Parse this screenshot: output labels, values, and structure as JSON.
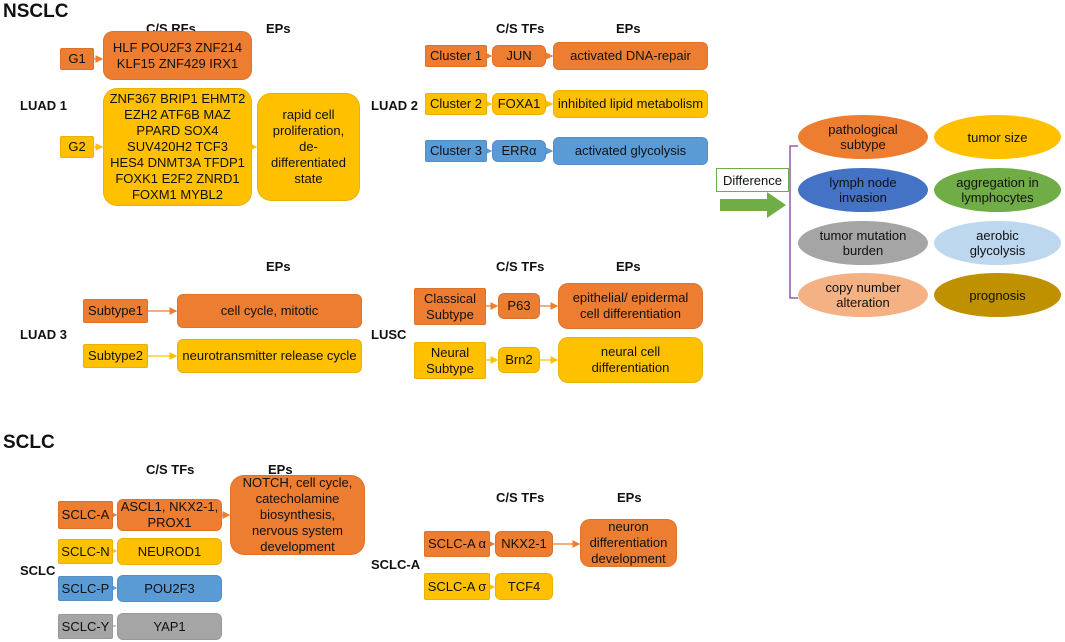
{
  "sections": {
    "nsclc": "NSCLC",
    "sclc": "SCLC"
  },
  "headers": {
    "cs_rfs": "C/S RFs",
    "cs_tfs": "C/S TFs",
    "eps": "EPs"
  },
  "row_labels": {
    "luad1": "LUAD 1",
    "luad2": "LUAD 2",
    "luad3": "LUAD 3",
    "lusc": "LUSC",
    "sclc": "SCLC",
    "sclc_a": "SCLC-A"
  },
  "luad1": {
    "g1": "G1",
    "g1_rfs": "HLF POU2F3 ZNF214\nKLF15 ZNF429 IRX1",
    "g2": "G2",
    "g2_rfs": "ZNF367 BRIP1 EHMT2\nEZH2 ATF6B MAZ\nPPARD SOX4\nSUV420H2 TCF3\nHES4 DNMT3A TFDP1\nFOXK1 E2F2 ZNRD1\nFOXM1 MYBL2",
    "g2_ep": "rapid cell\nproliferation,\nde-\ndifferentiated\nstate"
  },
  "luad2": {
    "rows": [
      {
        "cluster": "Cluster 1",
        "tf": "JUN",
        "ep": "activated DNA-repair",
        "color": "#ED7D31"
      },
      {
        "cluster": "Cluster 2",
        "tf": "FOXA1",
        "ep": "inhibited lipid metabolism",
        "color": "#FFC000"
      },
      {
        "cluster": "Cluster 3",
        "tf": "ERRα",
        "ep": "activated glycolysis",
        "color": "#5B9BD5"
      }
    ]
  },
  "luad3": {
    "rows": [
      {
        "subtype": "Subtype1",
        "ep": "cell cycle, mitotic",
        "color": "#ED7D31"
      },
      {
        "subtype": "Subtype2",
        "ep": "neurotransmitter release cycle",
        "color": "#FFC000"
      }
    ]
  },
  "lusc": {
    "rows": [
      {
        "subtype": "Classical\nSubtype",
        "tf": "P63",
        "ep": "epithelial/ epidermal\ncell differentiation",
        "color": "#ED7D31"
      },
      {
        "subtype": "Neural\nSubtype",
        "tf": "Brn2",
        "ep": "neural cell\ndifferentiation",
        "color": "#FFC000"
      }
    ]
  },
  "difference": {
    "label": "Difference",
    "items": [
      {
        "text": "pathological\nsubtype",
        "color": "#ED7D31"
      },
      {
        "text": "tumor size",
        "color": "#FFC000"
      },
      {
        "text": "lymph node\ninvasion",
        "color": "#4472C4"
      },
      {
        "text": "aggregation in\nlymphocytes",
        "color": "#70AD47"
      },
      {
        "text": "tumor mutation\nburden",
        "color": "#A5A5A5"
      },
      {
        "text": "aerobic\nglycolysis",
        "color": "#BDD7EE"
      },
      {
        "text": "copy number\nalteration",
        "color": "#F4B183"
      },
      {
        "text": "prognosis",
        "color": "#BF9000"
      }
    ]
  },
  "sclc": {
    "rows": [
      {
        "subtype": "SCLC-A",
        "tf": "ASCL1, NKX2-1,\nPROX1",
        "color": "#ED7D31"
      },
      {
        "subtype": "SCLC-N",
        "tf": "NEUROD1",
        "color": "#FFC000"
      },
      {
        "subtype": "SCLC-P",
        "tf": "POU2F3",
        "color": "#5B9BD5"
      },
      {
        "subtype": "SCLC-Y",
        "tf": "YAP1",
        "color": "#A5A5A5"
      }
    ],
    "a_ep": "NOTCH, cell cycle,\ncatecholamine\nbiosynthesis,\nnervous system\ndevelopment"
  },
  "sclc_a": {
    "rows": [
      {
        "subtype": "SCLC-A α",
        "tf": "NKX2-1",
        "color": "#ED7D31"
      },
      {
        "subtype": "SCLC-A σ",
        "tf": "TCF4",
        "color": "#FFC000"
      }
    ],
    "alpha_ep": "neuron\ndifferentiation\ndevelopment"
  }
}
